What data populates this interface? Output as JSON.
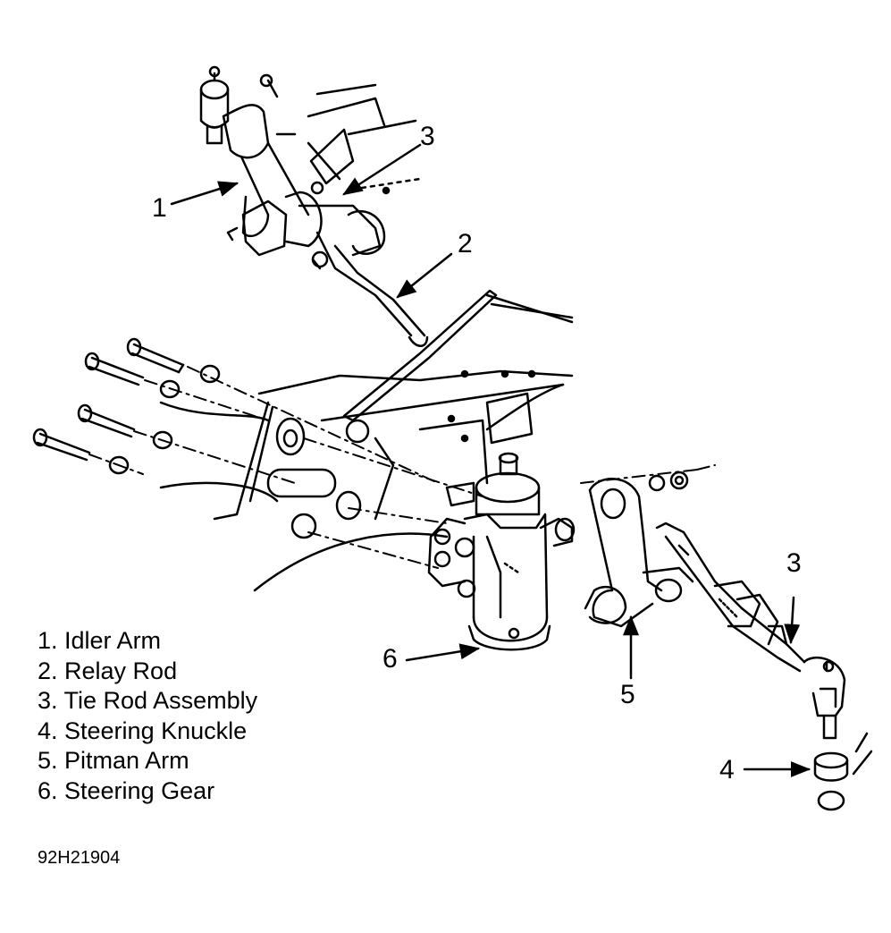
{
  "callouts": {
    "c1": "1",
    "c2": "2",
    "c3_top": "3",
    "c3_right": "3",
    "c4": "4",
    "c5": "5",
    "c6": "6"
  },
  "legend": {
    "items": [
      "1. Idler Arm",
      "2. Relay Rod",
      "3. Tie Rod Assembly",
      "4. Steering Knuckle",
      "5. Pitman Arm",
      "6. Steering Gear"
    ]
  },
  "figure_id": "92H21904",
  "colors": {
    "ink": "#000000",
    "paper": "#ffffff"
  }
}
